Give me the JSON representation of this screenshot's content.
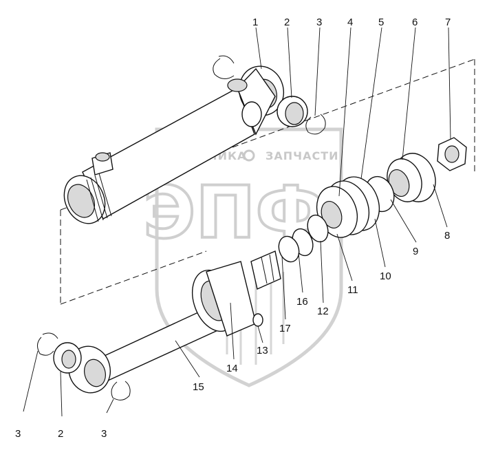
{
  "watermark": {
    "top_text_left": "ТЕХНИКА",
    "top_text_right": "ЗАПЧАСТИ",
    "logo_letters": "ЭПФ",
    "shield_color": "#cfcfcf"
  },
  "callouts": [
    {
      "id": "c1",
      "text": "1"
    },
    {
      "id": "c2",
      "text": "2"
    },
    {
      "id": "c3",
      "text": "3"
    },
    {
      "id": "c4",
      "text": "4"
    },
    {
      "id": "c5",
      "text": "5"
    },
    {
      "id": "c6",
      "text": "6"
    },
    {
      "id": "c7",
      "text": "7"
    },
    {
      "id": "c8",
      "text": "8"
    },
    {
      "id": "c9",
      "text": "9"
    },
    {
      "id": "c10",
      "text": "10"
    },
    {
      "id": "c11",
      "text": "11"
    },
    {
      "id": "c12",
      "text": "12"
    },
    {
      "id": "c16",
      "text": "16"
    },
    {
      "id": "c17",
      "text": "17"
    },
    {
      "id": "c13",
      "text": "13"
    },
    {
      "id": "c14",
      "text": "14"
    },
    {
      "id": "c15",
      "text": "15"
    },
    {
      "id": "c3b",
      "text": "3"
    },
    {
      "id": "c2b",
      "text": "2"
    },
    {
      "id": "c3c",
      "text": "3"
    }
  ]
}
